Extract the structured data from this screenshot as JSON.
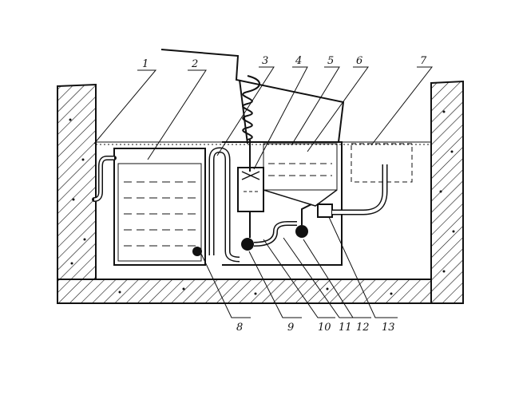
{
  "labels": {
    "l1": "1",
    "l2": "2",
    "l3": "3",
    "l4": "4",
    "l5": "5",
    "l6": "6",
    "l7": "7",
    "l8": "8",
    "l9": "9",
    "l10": "10",
    "l11": "11",
    "l12": "12",
    "l13": "13"
  },
  "colors": {
    "ink": "#111111",
    "paper": "#ffffff"
  }
}
